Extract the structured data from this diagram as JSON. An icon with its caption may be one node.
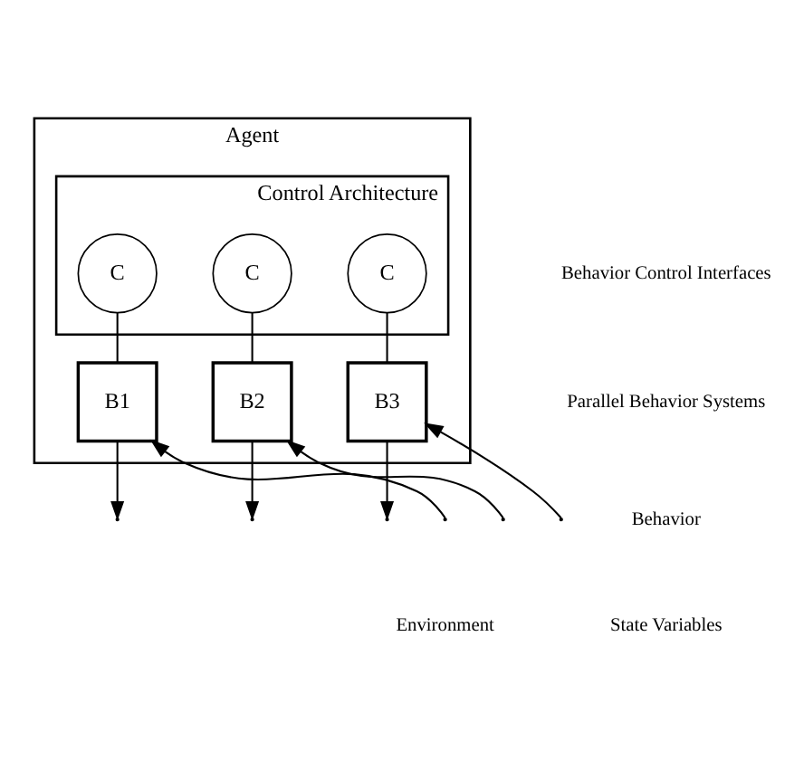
{
  "diagram": {
    "nodes": [
      {
        "text": [
          "Agent"
        ]
      },
      {
        "text": [
          "Control Architecture"
        ],
        "in": 0
      },
      {
        "text": [
          "C"
        ],
        "in": 1
      },
      {
        "text": [
          "C"
        ],
        "in": 1
      },
      {
        "text": [
          "C"
        ],
        "in": 1
      },
      {
        "text": [
          "B1"
        ],
        "in": 0
      },
      {
        "text": [
          "B2"
        ],
        "in": 0
      },
      {
        "text": [
          "B3"
        ],
        "in": 0
      }
    ],
    "edges": [
      {
        "from": 2,
        "to": 5,
        "arrow": "none"
      },
      {
        "from": 3,
        "to": 6,
        "arrow": "none"
      },
      {
        "from": 4,
        "to": 7,
        "arrow": "none"
      },
      {
        "from": null,
        "to": 5,
        "arrow": "to"
      },
      {
        "from": 5,
        "to": null,
        "arrow": "to"
      },
      {
        "from": null,
        "to": 6,
        "arrow": "to"
      },
      {
        "from": 6,
        "to": null,
        "arrow": "to"
      },
      {
        "from": null,
        "to": 7,
        "arrow": "to"
      },
      {
        "from": 7,
        "to": null,
        "arrow": "to"
      }
    ],
    "labels": [
      "Behavior Control Interfaces",
      "Parallel Behavior Systems",
      "Behavior",
      "State Variables",
      "Environment"
    ]
  }
}
